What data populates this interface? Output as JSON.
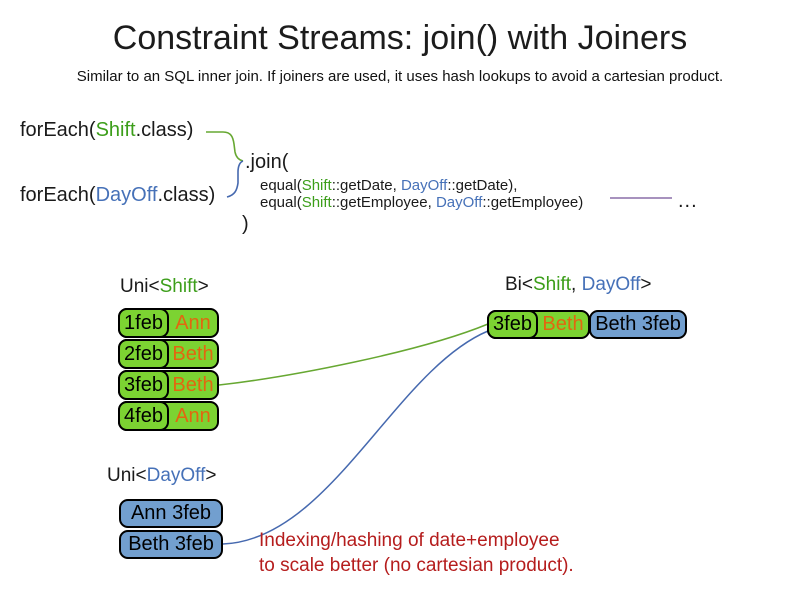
{
  "title": "Constraint Streams: join() with Joiners",
  "subtitle": "Similar to an SQL inner join. If joiners are used, it uses hash lookups to avoid a cartesian product.",
  "code": {
    "foreach_shift": {
      "prefix": "forEach(",
      "type": "Shift",
      "suffix": ".class)"
    },
    "foreach_dayoff": {
      "prefix": "forEach(",
      "type": "DayOff",
      "suffix": ".class)"
    },
    "join_open": ".join(",
    "joiner_date": {
      "fn": "equal(",
      "left_type": "Shift",
      "left_member": "::getDate, ",
      "right_type": "DayOff",
      "right_member": "::getDate),"
    },
    "joiner_employee": {
      "fn": "equal(",
      "left_type": "Shift",
      "left_member": "::getEmployee, ",
      "right_type": "DayOff",
      "right_member": "::getEmployee)"
    },
    "join_close": ")",
    "ellipsis": "..."
  },
  "uni_shift": {
    "label": {
      "prefix": "Uni<",
      "type": "Shift",
      "suffix": ">"
    },
    "rows": [
      {
        "date": "1feb",
        "employee": "Ann"
      },
      {
        "date": "2feb",
        "employee": "Beth"
      },
      {
        "date": "3feb",
        "employee": "Beth"
      },
      {
        "date": "4feb",
        "employee": "Ann"
      }
    ]
  },
  "bi": {
    "label": {
      "prefix": "Bi<",
      "type1": "Shift",
      "separator": ", ",
      "type2": "DayOff",
      "suffix": ">"
    },
    "row": {
      "shift_date": "3feb",
      "shift_employee": "Beth",
      "dayoff": "Beth 3feb"
    }
  },
  "uni_dayoff": {
    "label": {
      "prefix": "Uni<",
      "type": "DayOff",
      "suffix": ">"
    },
    "rows": [
      {
        "text": "Ann 3feb"
      },
      {
        "text": "Beth 3feb"
      }
    ]
  },
  "note": {
    "line1": "Indexing/hashing of date+employee",
    "line2": "to scale better (no cartesian product)."
  },
  "colors": {
    "shift-green-text": "#3c9e1a",
    "dayoff-blue-text": "#4671b8",
    "shift-box-fill": "#7cd332",
    "dayoff-box-fill": "#729fcf",
    "employee-orange-text": "#e26710",
    "note-red-text": "#b51d1d",
    "connector-green": "#67a832",
    "connector-blue": "#4669af",
    "joiner-purple-line": "#8a6fa8"
  }
}
